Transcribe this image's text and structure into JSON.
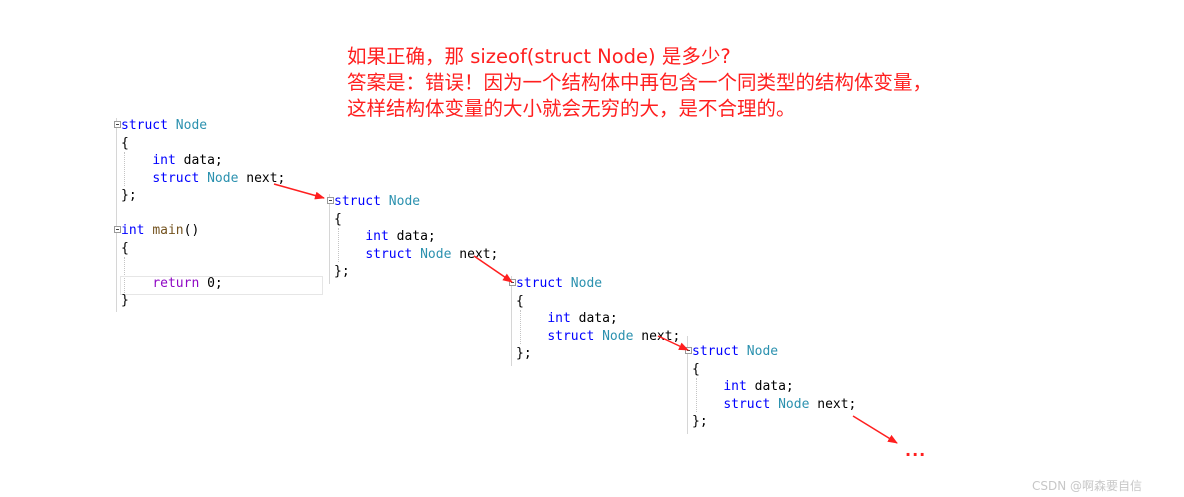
{
  "note": {
    "line1": "如果正确，那 sizeof(struct Node) 是多少?",
    "line2": "答案是：错误！因为一个结构体中再包含一个同类型的结构体变量，",
    "line3": "这样结构体变量的大小就会无穷的大，是不合理的。"
  },
  "code": {
    "struct_kw": "struct",
    "type_name": "Node",
    "int_kw": "int",
    "field_data": " data;",
    "field_next": " next;",
    "open_brace": "{",
    "close_brace": "};",
    "main_name": "main",
    "main_parens": "()",
    "return_kw": "return",
    "return_val": " 0;",
    "main_close": "}"
  },
  "ellipsis": "...",
  "watermark": "CSDN @啊森要自信",
  "colors": {
    "annotation": "#ff1f1f",
    "keyword": "#0000ff",
    "type": "#2b91af",
    "return_keyword": "#8f08c4"
  }
}
